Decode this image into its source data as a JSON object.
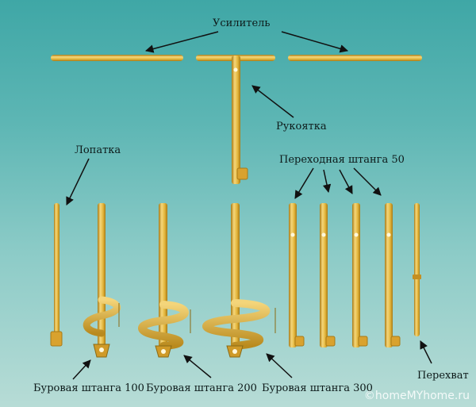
{
  "labels": {
    "usilitel": "Усилитель",
    "rukoyatka": "Рукоятка",
    "lopatka": "Лопатка",
    "perehodnaya": "Переходная штанга 50",
    "burovaya100": "Буровая штанга 100",
    "burovaya200": "Буровая штанга 200",
    "burovaya300": "Буровая штанга 300",
    "perehvat": "Перехват"
  },
  "watermark": "©homeMYhome.ru",
  "colors": {
    "background_top": "#3fa7a6",
    "background_bottom": "#b7dcd6",
    "rod": "#e2b43a",
    "rod_dark": "#a87a16",
    "rod_light": "#f6d77a",
    "arrow": "#111111"
  }
}
